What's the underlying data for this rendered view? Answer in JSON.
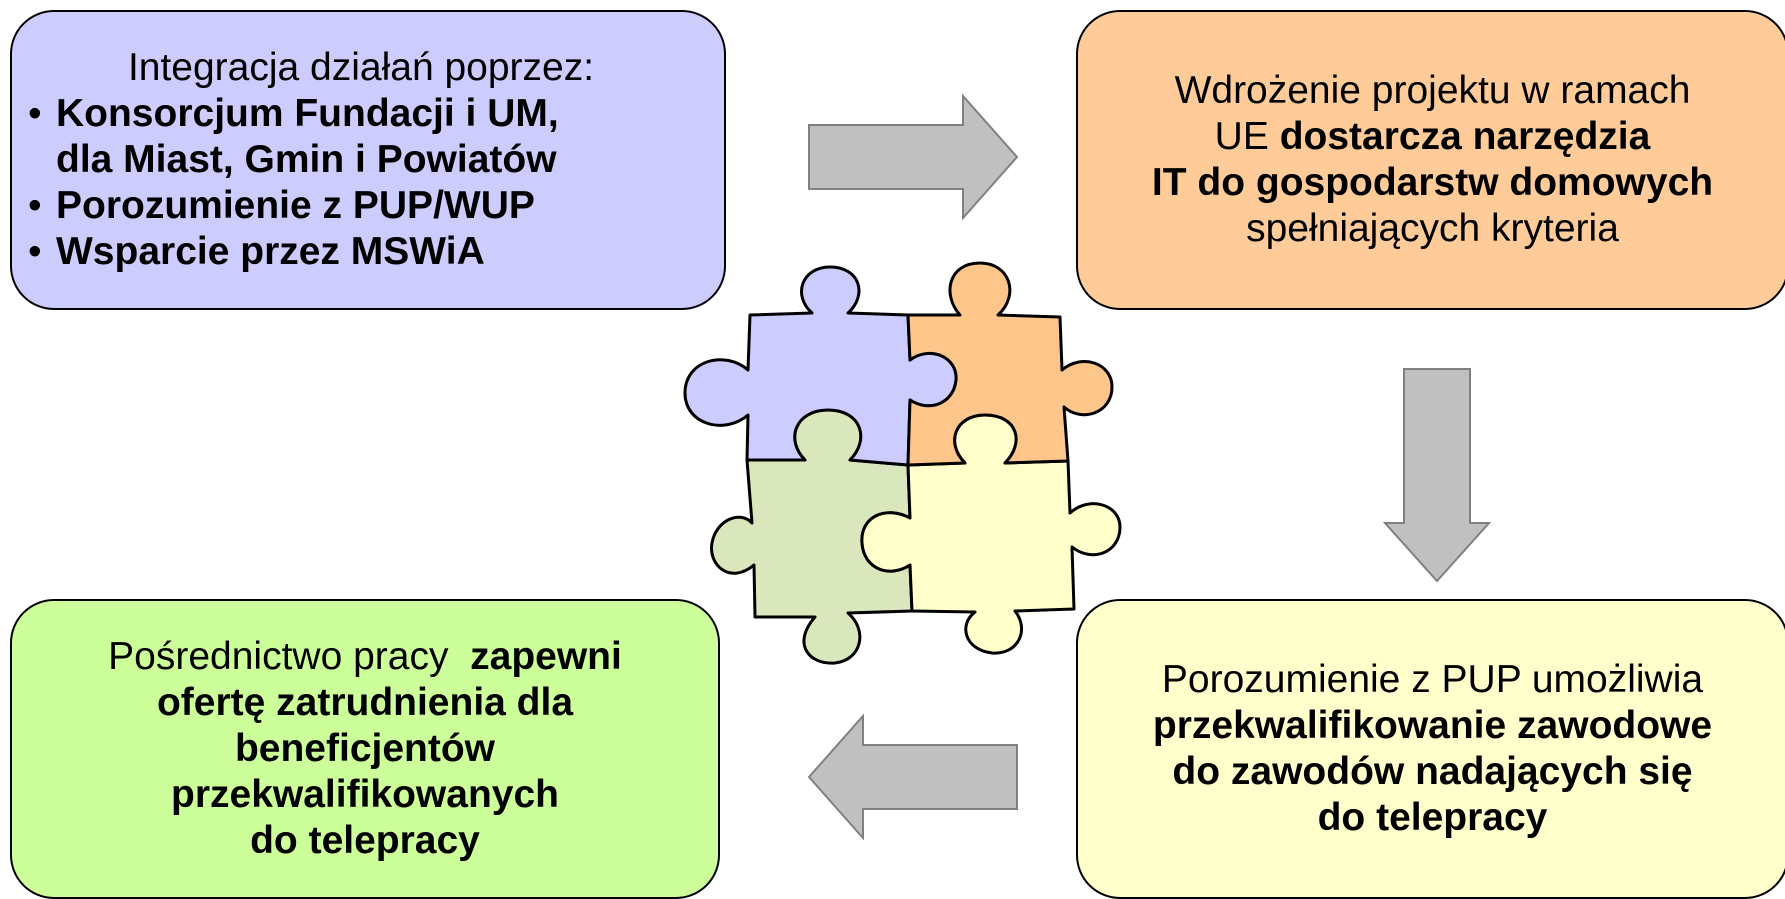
{
  "colors": {
    "top_left_box": "#ccccff",
    "top_right_box": "#ffcc99",
    "bottom_left_box": "#ccff99",
    "bottom_right_box": "#ffffcc",
    "arrow": "#c0c0c0",
    "puzzle_purple": "#ccccff",
    "puzzle_orange": "#ffc68c",
    "puzzle_green": "#dae7bd",
    "puzzle_yellow": "#ffffcc"
  },
  "top_left": {
    "intro": "Integracja działań poprzez:",
    "bullet": "•",
    "item1_line1": "Konsorcjum Fundacji i UM,",
    "item1_line2": "dla Miast, Gmin i Powiatów",
    "item2": "Porozumienie z PUP/WUP",
    "item3": "Wsparcie przez MSWiA"
  },
  "top_right": {
    "line1": "Wdrożenie projektu w ramach",
    "line2_normal": "UE ",
    "line2_bold": "dostarcza narzędzia",
    "line3_bold": "IT do gospodarstw domowych",
    "line4": "spełniających kryteria"
  },
  "bottom_left": {
    "line1_normal": "Pośrednictwo pracy  ",
    "line1_bold": "zapewni",
    "line2_bold": "ofertę zatrudnienia dla",
    "line3_bold": "beneficjentów",
    "line4_bold": "przekwalifikowanych",
    "line5_bold": "do telepracy"
  },
  "bottom_right": {
    "line1": "Porozumienie z PUP umożliwia",
    "line2_bold": "przekwalifikowanie zawodowe",
    "line3_bold": "do zawodów nadających się",
    "line4_bold": "do telepracy"
  },
  "arrows": [
    "right",
    "down",
    "left"
  ]
}
